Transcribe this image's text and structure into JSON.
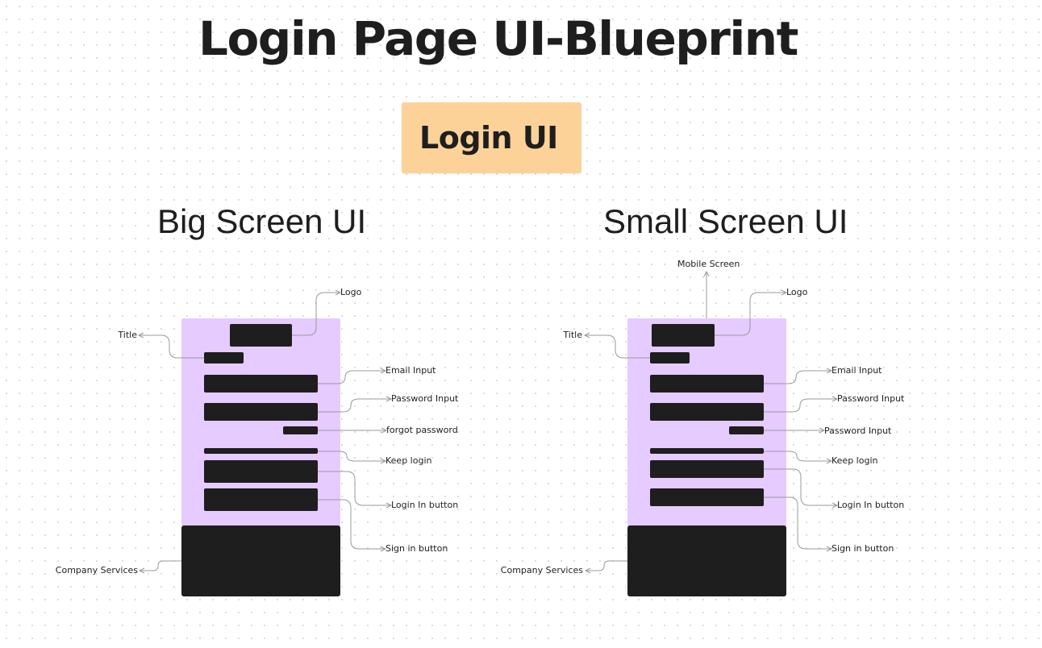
{
  "title": "Login Page UI-Blueprint",
  "sticky_note": {
    "label": "Login UI",
    "color": "#fdd299"
  },
  "colors": {
    "panel": "#e5cbff",
    "block": "#1e1e1e",
    "connector": "#9a9a9a"
  },
  "big_screen": {
    "heading": "Big Screen UI",
    "labels": {
      "logo": "Logo",
      "title": "Title",
      "email": "Email Input",
      "password": "Password Input",
      "forgot": "forgot password",
      "keep": "Keep login",
      "login": "Login In button",
      "signin": "Sign in button",
      "company": "Company Services"
    }
  },
  "small_screen": {
    "heading": "Small Screen UI",
    "labels": {
      "mobile": "Mobile Screen",
      "logo": "Logo",
      "title": "Title",
      "email": "Email Input",
      "password": "Password Input",
      "forgot": "Password Input",
      "keep": "Keep login",
      "login": "Login In button",
      "signin": "Sign in button",
      "company": "Company Services"
    }
  }
}
